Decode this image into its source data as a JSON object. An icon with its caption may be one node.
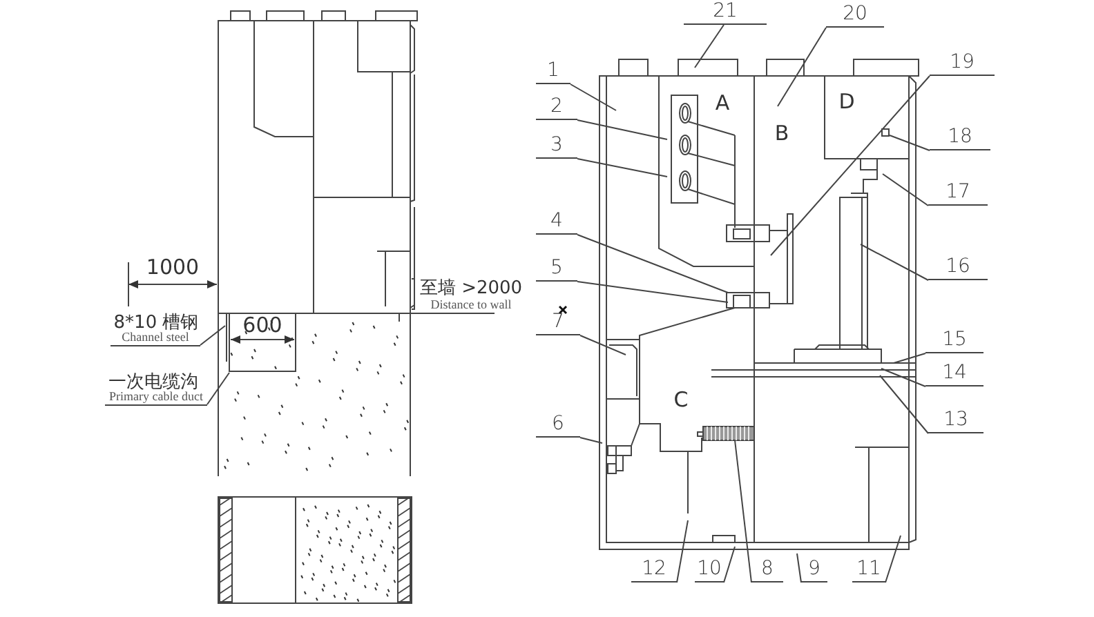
{
  "diagram": {
    "nodes": [
      {
        "text": [
          "8*10 槽钢",
          "Channel steel"
        ]
      },
      {
        "text": [
          "一次电缆沟",
          "Primary cable duct"
        ]
      },
      {
        "text": [
          "21"
        ]
      },
      {
        "text": [
          "20"
        ]
      },
      {
        "text": [
          "1"
        ]
      },
      {
        "text": [
          "19"
        ]
      },
      {
        "text": [
          "2"
        ]
      },
      {
        "text": [
          "3"
        ]
      },
      {
        "text": [
          "18"
        ]
      },
      {
        "text": [
          "17"
        ]
      },
      {
        "text": [
          "4"
        ]
      },
      {
        "text": [
          "16"
        ]
      },
      {
        "text": [
          "5"
        ]
      },
      {
        "text": [
          "7"
        ]
      },
      {
        "text": [
          "15"
        ]
      },
      {
        "text": [
          "14"
        ]
      },
      {
        "text": [
          "6"
        ]
      },
      {
        "text": [
          "13"
        ]
      },
      {
        "text": [
          "12"
        ]
      },
      {
        "text": [
          "10"
        ]
      },
      {
        "text": [
          "8"
        ]
      },
      {
        "text": [
          "9"
        ]
      },
      {
        "text": [
          "11"
        ]
      },
      {
        "text": [],
        "shape": "box"
      }
    ],
    "edges": [
      {
        "from": 0,
        "to": null,
        "arrow": "none"
      },
      {
        "from": 1,
        "to": null,
        "arrow": "none"
      },
      {
        "from": 2,
        "to": null,
        "arrow": "none"
      },
      {
        "from": 3,
        "to": null,
        "arrow": "none"
      },
      {
        "from": 4,
        "to": null,
        "arrow": "none"
      },
      {
        "from": 5,
        "to": null,
        "arrow": "none"
      },
      {
        "from": 6,
        "to": null,
        "arrow": "none"
      },
      {
        "from": 7,
        "to": null,
        "arrow": "none"
      },
      {
        "from": 8,
        "to": 23,
        "arrow": "none"
      },
      {
        "from": 9,
        "to": null,
        "arrow": "none"
      },
      {
        "from": 10,
        "to": null,
        "arrow": "none"
      },
      {
        "from": 11,
        "to": null,
        "arrow": "none"
      },
      {
        "from": 12,
        "to": null,
        "arrow": "none"
      },
      {
        "from": 13,
        "to": null,
        "arrow": "none"
      },
      {
        "from": 14,
        "to": null,
        "arrow": "none"
      },
      {
        "from": 15,
        "to": null,
        "arrow": "none"
      },
      {
        "from": 16,
        "to": null,
        "arrow": "none"
      },
      {
        "from": 17,
        "to": null,
        "arrow": "none"
      },
      {
        "from": 18,
        "to": null,
        "arrow": "none"
      },
      {
        "from": 19,
        "to": null,
        "arrow": "none"
      },
      {
        "from": 20,
        "to": null,
        "arrow": "none"
      },
      {
        "from": 21,
        "to": null,
        "arrow": "none"
      },
      {
        "from": 22,
        "to": null,
        "arrow": "none"
      }
    ],
    "labels": [
      "1000",
      "至墙 >2000",
      "Distance to wall",
      "600",
      "A",
      "D",
      "B",
      "C"
    ]
  }
}
